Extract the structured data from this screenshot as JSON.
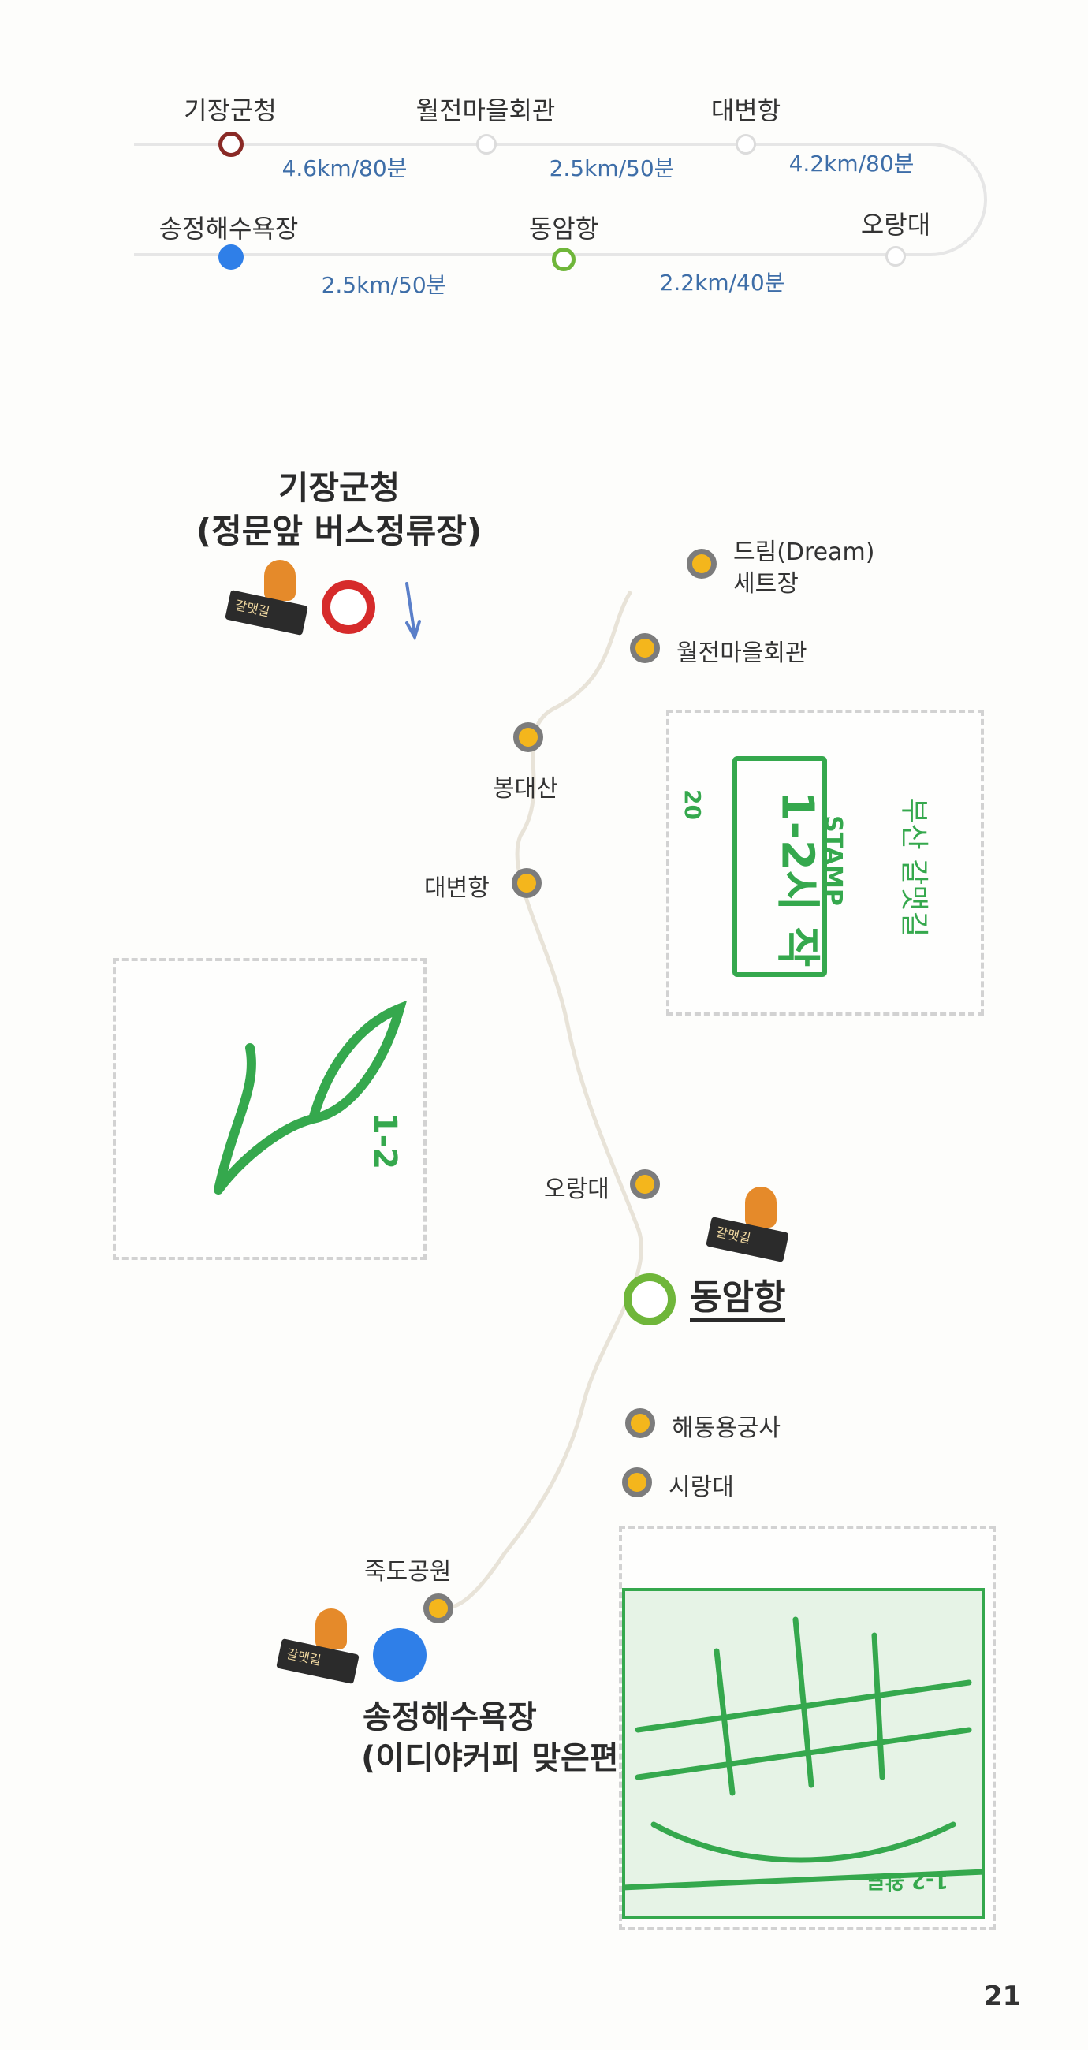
{
  "schedule": {
    "row1": [
      {
        "label": "기장군청",
        "color": "#8a2a26",
        "style": "ring"
      },
      {
        "label": "월전마을회관",
        "color": "#d8d8d8",
        "style": "dot"
      },
      {
        "label": "대변항",
        "color": "#d8d8d8",
        "style": "dot"
      }
    ],
    "row1_distances": [
      "4.6km/80분",
      "2.5km/50분",
      "4.2km/80분"
    ],
    "row2": [
      {
        "label": "송정해수욕장",
        "color": "#2f7fe8",
        "style": "filled"
      },
      {
        "label": "동암항",
        "color": "#6fb63a",
        "style": "ring"
      },
      {
        "label": "오랑대",
        "color": "#d8d8d8",
        "style": "dot"
      }
    ],
    "row2_distances": [
      "2.5km/50분",
      "2.2km/40분"
    ]
  },
  "map": {
    "start_title": "기장군청",
    "start_subtitle": "(정문앞 버스정류장)",
    "start_color": "#d62b2b",
    "end_title": "송정해수욕장",
    "end_subtitle": "(이디야커피 맞은편)",
    "end_color": "#2f7fe8",
    "mid_title": "동암항",
    "mid_color": "#6fb63a",
    "poi_color": "#f4b61c",
    "pois": [
      {
        "label_line1": "드림(Dream)",
        "label_line2": "세트장"
      },
      {
        "label": "월전마을회관"
      },
      {
        "label": "봉대산"
      },
      {
        "label": "대변항"
      },
      {
        "label": "오랑대"
      },
      {
        "label": "해동용궁사"
      },
      {
        "label": "시랑대"
      },
      {
        "label": "죽도공원"
      }
    ],
    "stamp_icon_text": "갈맷길"
  },
  "stamps": {
    "stamp1": {
      "date": "20",
      "course": "1-2시 작",
      "word": "STAMP",
      "name": "부산 갈맷길"
    },
    "stamp2": {
      "text": "1-2"
    },
    "stamp3": {
      "text": "1-2 완료"
    }
  },
  "page_number": "21"
}
